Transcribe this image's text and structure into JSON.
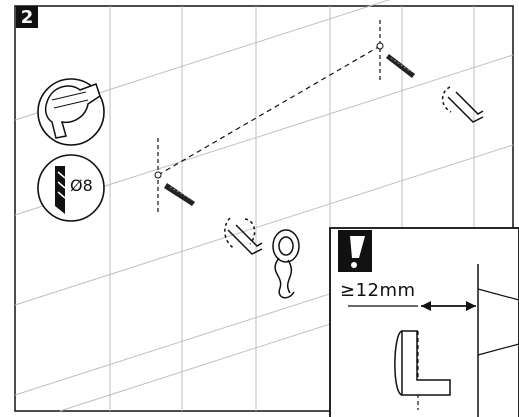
{
  "step": {
    "number": "2"
  },
  "drill_bit": {
    "size_label": "Ø8"
  },
  "warning_inset": {
    "min_gap_label": "≥12mm",
    "icon": "exclamation-icon"
  },
  "icons": [
    "drill-icon",
    "drill-bit-icon",
    "wall-anchor-icon",
    "hook-icon",
    "cable-icon",
    "exclamation-icon"
  ]
}
